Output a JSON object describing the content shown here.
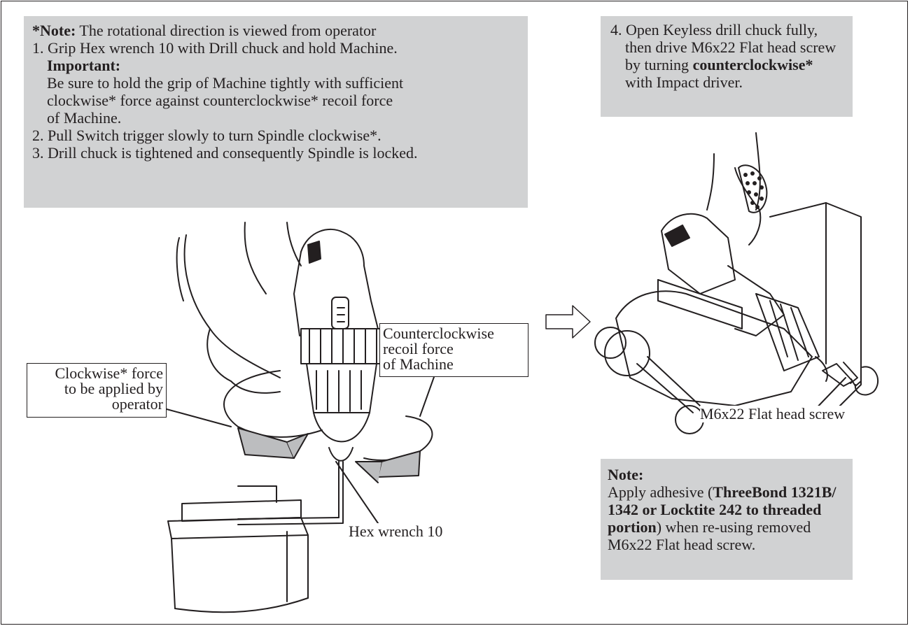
{
  "left_box": {
    "note_label": "*Note:",
    "note_text": " The rotational direction is viewed from operator",
    "step1": "1. Grip Hex wrench 10 with Drill chuck and hold Machine.",
    "important_label": "Important:",
    "important_l1": "Be sure to hold the grip of Machine tightly with sufficient",
    "important_l2": "clockwise* force against counterclockwise* recoil force",
    "important_l3": "of Machine.",
    "step2": "2. Pull Switch trigger slowly to turn Spindle clockwise*.",
    "step3": "3. Drill chuck is tightened and consequently Spindle is locked."
  },
  "right_box": {
    "l1": "4. Open Keyless drill chuck fully,",
    "l2": "then drive M6x22 Flat head screw",
    "l3_pre": "by turning ",
    "l3_bold": "counterclockwise*",
    "l4": "with Impact driver."
  },
  "callouts": {
    "clockwise": [
      "Clockwise* force",
      "to be applied by",
      "operator"
    ],
    "counterclockwise": [
      "Counterclockwise",
      "recoil force",
      "of Machine"
    ]
  },
  "labels": {
    "hex_wrench": "Hex wrench 10",
    "flat_screw": "M6x22 Flat head screw"
  },
  "note_box": {
    "title": "Note:",
    "l1_pre": "Apply adhesive (",
    "l1_bold": "ThreeBond 1321B/",
    "l2_bold": "1342 or Locktite 242 to threaded",
    "l3_bold": "portion",
    "l3_post": ") when re-using removed",
    "l4": "M6x22 Flat head screw."
  }
}
